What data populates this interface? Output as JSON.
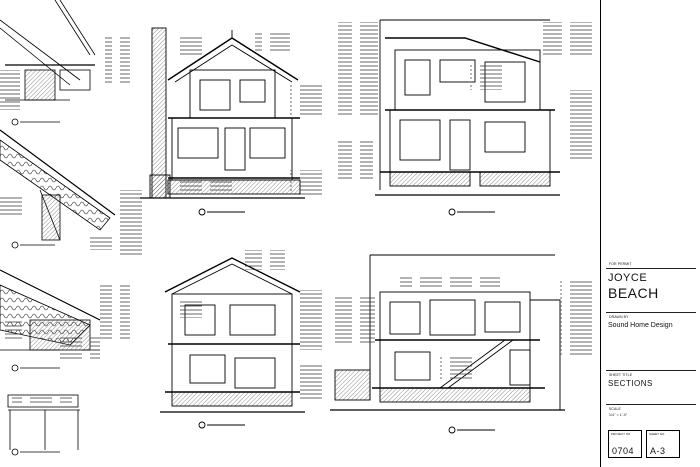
{
  "title_block": {
    "header_note": "FOR PERMIT",
    "project_line1": "JOYCE",
    "project_line2": "BEACH",
    "address_line": "",
    "drawn_by_label": "DRAWN BY",
    "firm_name": "Sound Home Design",
    "firm_note": "",
    "sheet_title_label": "SHEET TITLE",
    "sheet_title": "SECTIONS",
    "scale_label": "SCALE",
    "scale_value": "1/4\" = 1'-0\"",
    "job_number_label": "PROJECT NO",
    "job_number": "0704",
    "sheet_number_label": "SHEET NO",
    "sheet_number": "A-3"
  },
  "colors": {
    "line": "#000000",
    "hatch": "#555555",
    "paper": "#ffffff"
  },
  "drawings": [
    {
      "id": "detail-top-left",
      "kind": "detail"
    },
    {
      "id": "section-upper-center",
      "kind": "building-section"
    },
    {
      "id": "section-upper-right",
      "kind": "building-section"
    },
    {
      "id": "detail-mid-left",
      "kind": "detail"
    },
    {
      "id": "detail-bottom-left",
      "kind": "detail"
    },
    {
      "id": "section-lower-center",
      "kind": "building-section"
    },
    {
      "id": "section-lower-right",
      "kind": "building-section"
    }
  ]
}
